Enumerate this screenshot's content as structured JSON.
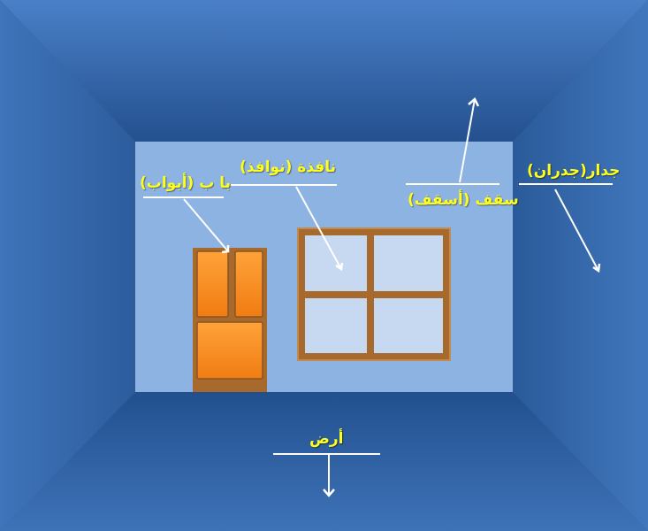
{
  "labels": {
    "door": "با ب (أبواب)",
    "window": "نافذة (نوافذ)",
    "ceiling": "سقف (أسقف)",
    "wall": "جدار(جدران)",
    "floor": "أرض"
  },
  "colors": {
    "label_text": "#ffff1a",
    "back_wall": "#8db3e2",
    "door": "#f48a1c",
    "window_frame": "#a86a2c",
    "window_pane": "#c6d9f1",
    "pointer_lines": "#ffffff"
  }
}
